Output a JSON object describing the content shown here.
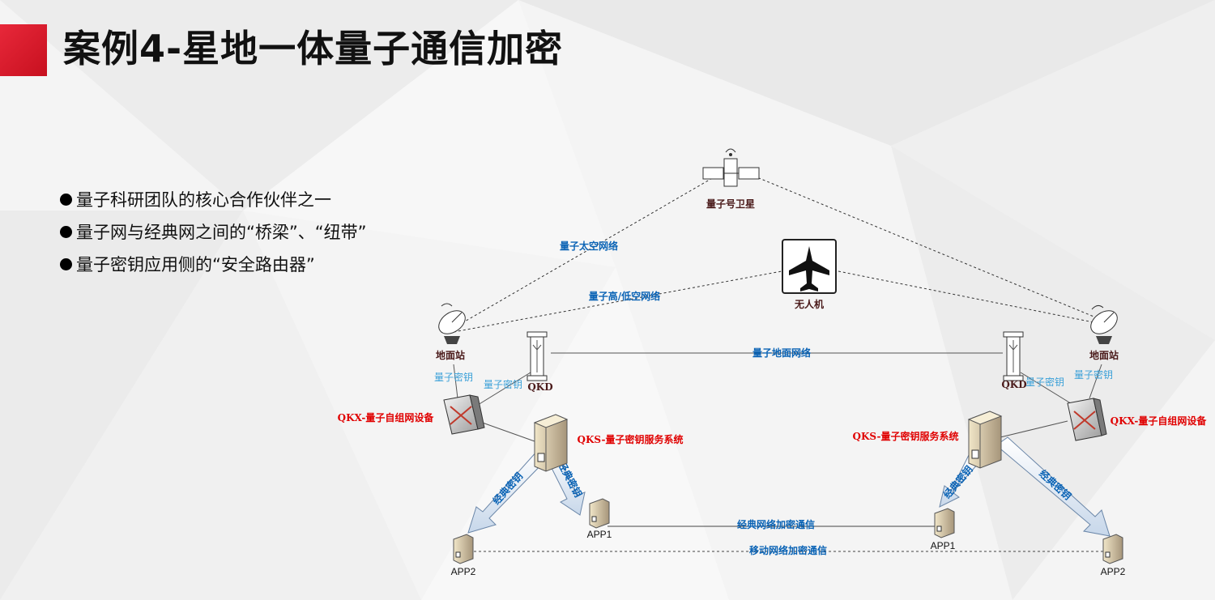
{
  "title": "案例4-星地一体量子通信加密",
  "bullets": [
    "量子科研团队的核心合作伙伴之一",
    "量子网与经典网之间的“桥梁”、“纽带”",
    "量子密钥应用侧的“安全路由器”"
  ],
  "diagram": {
    "satellite_label": "量子号卫星",
    "drone_label": "无人机",
    "space_network": "量子太空网络",
    "air_network": "量子高/低空网络",
    "ground_network": "量子地面网络",
    "ground_station_left": "地面站",
    "ground_station_right": "地面站",
    "qkd_left": "QKD",
    "qkd_right": "QKD",
    "qkey_1": "量子密钥",
    "qkey_2": "量子密钥",
    "qkey_3": "量子密钥",
    "qkey_4": "量子密钥",
    "qkx_left": "QKX-量子自组网设备",
    "qkx_right": "QKX-量子自组网设备",
    "qks_left": "QKS-量子密钥服务系统",
    "qks_right": "QKS-量子密钥服务系统",
    "classic_key_1": "经典密钥",
    "classic_key_2": "经典密钥",
    "classic_key_3": "经典密钥",
    "classic_key_4": "经典密钥",
    "app1_left": "APP1",
    "app1_right": "APP1",
    "app2_left": "APP2",
    "app2_right": "APP2",
    "classic_encrypt": "经典网络加密通信",
    "mobile_encrypt": "移动网络加密通信"
  },
  "colors": {
    "accent_red": "#d8101f",
    "label_red": "#e00000",
    "label_blue": "#0a63b5",
    "label_cyan": "#3aa0d8"
  }
}
